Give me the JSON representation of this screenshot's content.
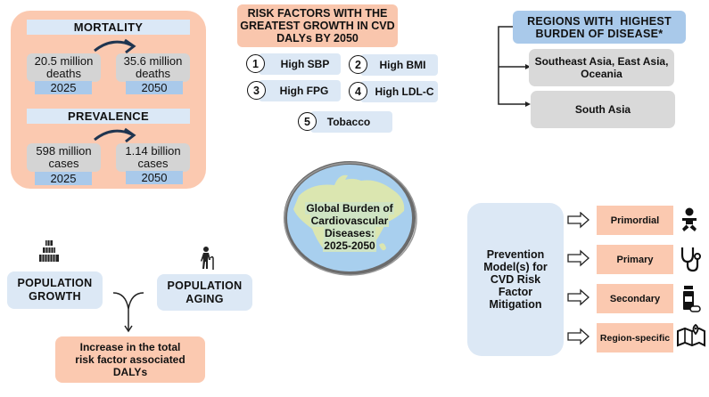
{
  "mortality": {
    "title": "MORTALITY",
    "from": {
      "value_line1": "20.5 million",
      "value_line2": "deaths",
      "year": "2025"
    },
    "to": {
      "value_line1": "35.6 million",
      "value_line2": "deaths",
      "year": "2050"
    }
  },
  "prevalence": {
    "title": "PREVALENCE",
    "from": {
      "value_line1": "598 million",
      "value_line2": "cases",
      "year": "2025"
    },
    "to": {
      "value_line1": "1.14 billion",
      "value_line2": "cases",
      "year": "2050"
    }
  },
  "risk_factors": {
    "title_line1": "RISK FACTORS WITH THE",
    "title_line2": "GREATEST GROWTH IN CVD",
    "title_line3": "DALYs BY 2050",
    "items": [
      {
        "rank": "1",
        "label": "High SBP"
      },
      {
        "rank": "2",
        "label": "High BMI"
      },
      {
        "rank": "3",
        "label": "High FPG"
      },
      {
        "rank": "4",
        "label": "High LDL-C"
      },
      {
        "rank": "5",
        "label": "Tobacco"
      }
    ]
  },
  "regions": {
    "title_line1": "REGIONS WITH  HIGHEST",
    "title_line2": "BURDEN OF DISEASE*",
    "items": [
      {
        "line1": "Southeast Asia, East Asia,",
        "line2": "Oceania"
      },
      {
        "line1": "South Asia",
        "line2": ""
      }
    ]
  },
  "globe": {
    "line1": "Global Burden of",
    "line2": "Cardiovascular",
    "line3": "Diseases:",
    "line4": "2025-2050"
  },
  "population": {
    "growth": {
      "line1": "POPULATION",
      "line2": "GROWTH",
      "icon": "crowd-icon"
    },
    "aging": {
      "line1": "POPULATION",
      "line2": "AGING",
      "icon": "elderly-person-icon"
    },
    "result": {
      "line1": "Increase in the total",
      "line2": "risk factor associated",
      "line3": "DALYs"
    }
  },
  "prevention": {
    "title_line1": "Prevention",
    "title_line2": "Model(s) for",
    "title_line3": "CVD Risk",
    "title_line4": "Factor",
    "title_line5": "Mitigation",
    "items": [
      {
        "label": "Primordial",
        "icon": "baby-icon"
      },
      {
        "label": "Primary",
        "icon": "stethoscope-icon"
      },
      {
        "label": "Secondary",
        "icon": "medication-icon"
      },
      {
        "label": "Region-specific",
        "icon": "map-pin-icon"
      }
    ]
  },
  "colors": {
    "peach": "#fbc9b0",
    "light_blue": "#dce8f5",
    "mid_blue": "#a9c9ea",
    "grey": "#d4d4d4",
    "arrow_navy": "#1f3550"
  }
}
